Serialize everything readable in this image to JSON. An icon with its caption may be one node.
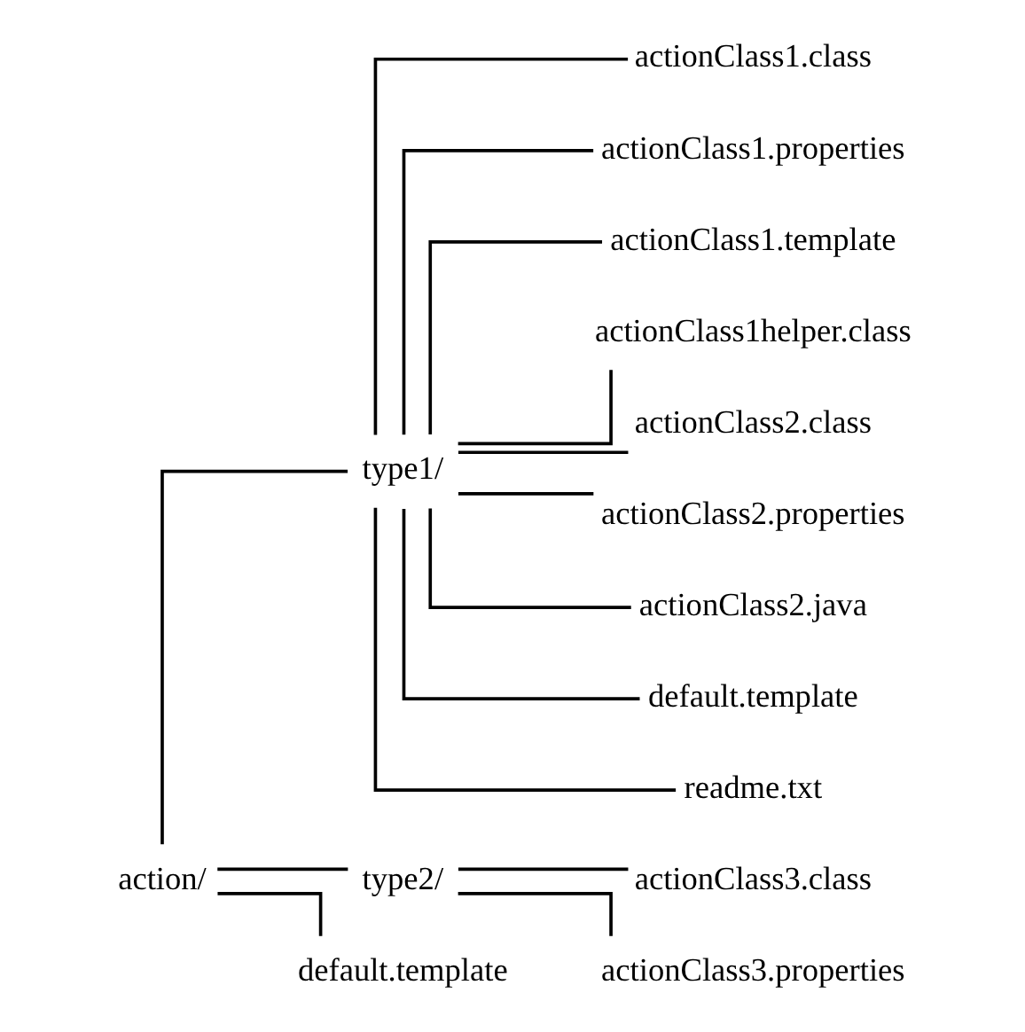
{
  "diagram": {
    "nodes": [
      {
        "text": [
          "action/"
        ]
      },
      {
        "text": [
          "type1/"
        ]
      },
      {
        "text": [
          "actionClass1.class"
        ]
      },
      {
        "text": [
          "actionClass1.properties"
        ]
      },
      {
        "text": [
          "actionClass1.template"
        ]
      },
      {
        "text": [
          "actionClass1helper.class"
        ]
      },
      {
        "text": [
          "actionClass2.class"
        ]
      },
      {
        "text": [
          "actionClass2.properties"
        ]
      },
      {
        "text": [
          "actionClass2.java"
        ]
      },
      {
        "text": [
          "default.template"
        ]
      },
      {
        "text": [
          "readme.txt"
        ]
      },
      {
        "text": [
          "type2/"
        ]
      },
      {
        "text": [
          "actionClass3.class"
        ]
      },
      {
        "text": [
          "actionClass3.properties"
        ]
      },
      {
        "text": [
          "default.template"
        ]
      }
    ],
    "edges": [
      {
        "from": 0,
        "to": 1,
        "arrow": "none"
      },
      {
        "from": 1,
        "to": 2,
        "arrow": "none"
      },
      {
        "from": 1,
        "to": 3,
        "arrow": "none"
      },
      {
        "from": 1,
        "to": 4,
        "arrow": "none"
      },
      {
        "from": 1,
        "to": 5,
        "arrow": "none"
      },
      {
        "from": 1,
        "to": 6,
        "arrow": "none"
      },
      {
        "from": 1,
        "to": 7,
        "arrow": "none"
      },
      {
        "from": 1,
        "to": 8,
        "arrow": "none"
      },
      {
        "from": 1,
        "to": 9,
        "arrow": "none"
      },
      {
        "from": 1,
        "to": 10,
        "arrow": "none"
      },
      {
        "from": 0,
        "to": 11,
        "arrow": "none"
      },
      {
        "from": 11,
        "to": 12,
        "arrow": "none"
      },
      {
        "from": 11,
        "to": 13,
        "arrow": "none"
      },
      {
        "from": 0,
        "to": 14,
        "arrow": "none"
      }
    ]
  }
}
